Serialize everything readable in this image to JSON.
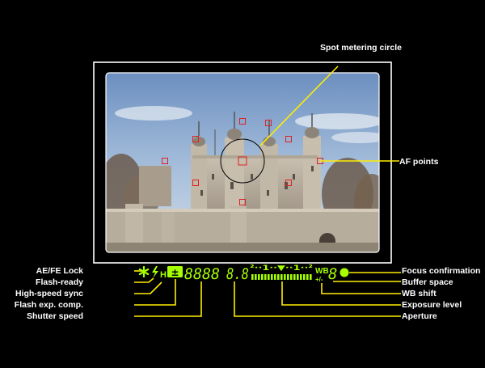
{
  "colors": {
    "background": "#000000",
    "lcd_green": "#a6ff00",
    "af_point": "#e02020",
    "callout_line": "#ffee00",
    "frame": "#ffffff",
    "label_text": "#ffffff"
  },
  "callouts": {
    "spot_metering": "Spot metering circle",
    "af_points": "AF points",
    "ae_fe_lock": "AE/FE Lock",
    "flash_ready": "Flash-ready",
    "high_speed_sync": "High-speed sync",
    "flash_exp_comp": "Flash exp. comp.",
    "shutter_speed": "Shutter speed",
    "aperture": "Aperture",
    "focus_confirmation": "Focus confirmation",
    "buffer_space": "Buffer space",
    "wb_shift": "WB shift",
    "exposure_level": "Exposure level"
  },
  "lcd": {
    "shutter": "8888",
    "aperture": "8.8",
    "high_speed": "H",
    "flash_comp": "±",
    "scale_top": "²··1··▼··1··²",
    "wb": "WB",
    "wb_shift": "+/-",
    "buffer": "8"
  },
  "icons": {
    "ae_lock": "asterisk-icon",
    "flash": "lightning-icon",
    "focus": "filled-circle-icon"
  }
}
